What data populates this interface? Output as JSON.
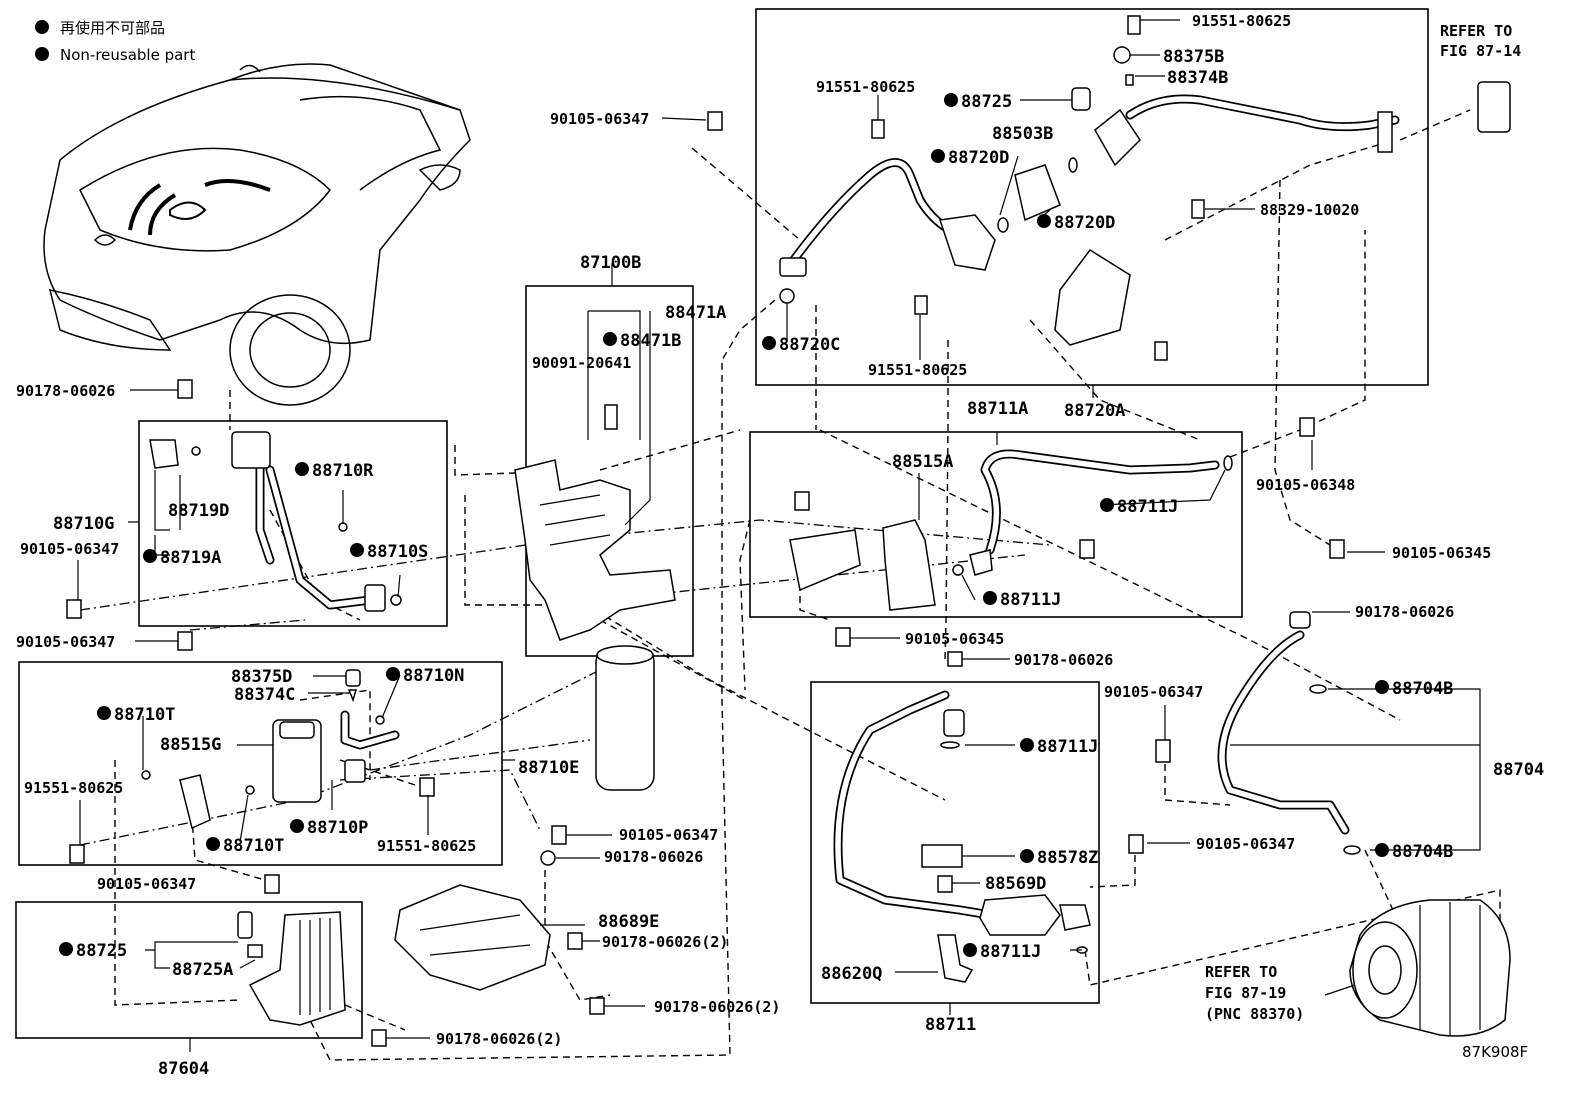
{
  "legend": {
    "reuse_jp": "再使用不可部品",
    "reuse_en": "Non-reusable part"
  },
  "figure_id": "87K908F",
  "refer_top": {
    "line1": "REFER TO",
    "line2": "FIG 87-14"
  },
  "refer_bottom": {
    "line1": "REFER TO",
    "line2": "FIG 87-19",
    "line3": "(PNC 88370)"
  },
  "labels": {
    "p90105_06347_top": "90105-06347",
    "p91551_80625_a": "91551-80625",
    "p88375B": "88375B",
    "p88374B": "88374B",
    "p91551_80625_b": "91551-80625",
    "p88725_top": "88725",
    "p88503B": "88503B",
    "p88720D_a": "88720D",
    "p88720D_b": "88720D",
    "p88329_10020": "88329-10020",
    "p88720C": "88720C",
    "p91551_80625_c": "91551-80625",
    "p88720A": "88720A",
    "p87100B": "87100B",
    "p88471A": "88471A",
    "p88471B": "88471B",
    "p90091_20641": "90091-20641",
    "p90178_06026_left": "90178-06026",
    "p88710R": "88710R",
    "p88719D": "88719D",
    "p88710G": "88710G",
    "p90105_06347_l1": "90105-06347",
    "p88719A": "88719A",
    "p88710S": "88710S",
    "p90105_06347_l2": "90105-06347",
    "p88711A": "88711A",
    "p88515A": "88515A",
    "p88711J_a": "88711J",
    "p88711J_b": "88711J",
    "p90105_06348": "90105-06348",
    "p90105_06345_r": "90105-06345",
    "p90105_06345_m": "90105-06345",
    "p90178_06026_r": "90178-06026",
    "p90178_06026_m": "90178-06026",
    "p88375D": "88375D",
    "p88374C": "88374C",
    "p88710N": "88710N",
    "p88710T_a": "88710T",
    "p88515G": "88515G",
    "p88710E": "88710E",
    "p91551_80625_d": "91551-80625",
    "p88710P": "88710P",
    "p88710T_b": "88710T",
    "p91551_80625_e": "91551-80625",
    "p90105_06347_c": "90105-06347",
    "p90178_06026_c": "90178-06026",
    "p90105_06347_d": "90105-06347",
    "p88711J_c": "88711J",
    "p90105_06347_e": "90105-06347",
    "p88704B_a": "88704B",
    "p88704": "88704",
    "p88704B_b": "88704B",
    "p90105_06347_f": "90105-06347",
    "p88578Z": "88578Z",
    "p88569D": "88569D",
    "p88689E": "88689E",
    "p90178_06026_2a": "90178-06026(2)",
    "p88711J_d": "88711J",
    "p88620Q": "88620Q",
    "p88711": "88711",
    "p88725_bot": "88725",
    "p88725A": "88725A",
    "p90178_06026_2b": "90178-06026(2)",
    "p90178_06026_2c": "90178-06026(2)",
    "p87604": "87604"
  }
}
